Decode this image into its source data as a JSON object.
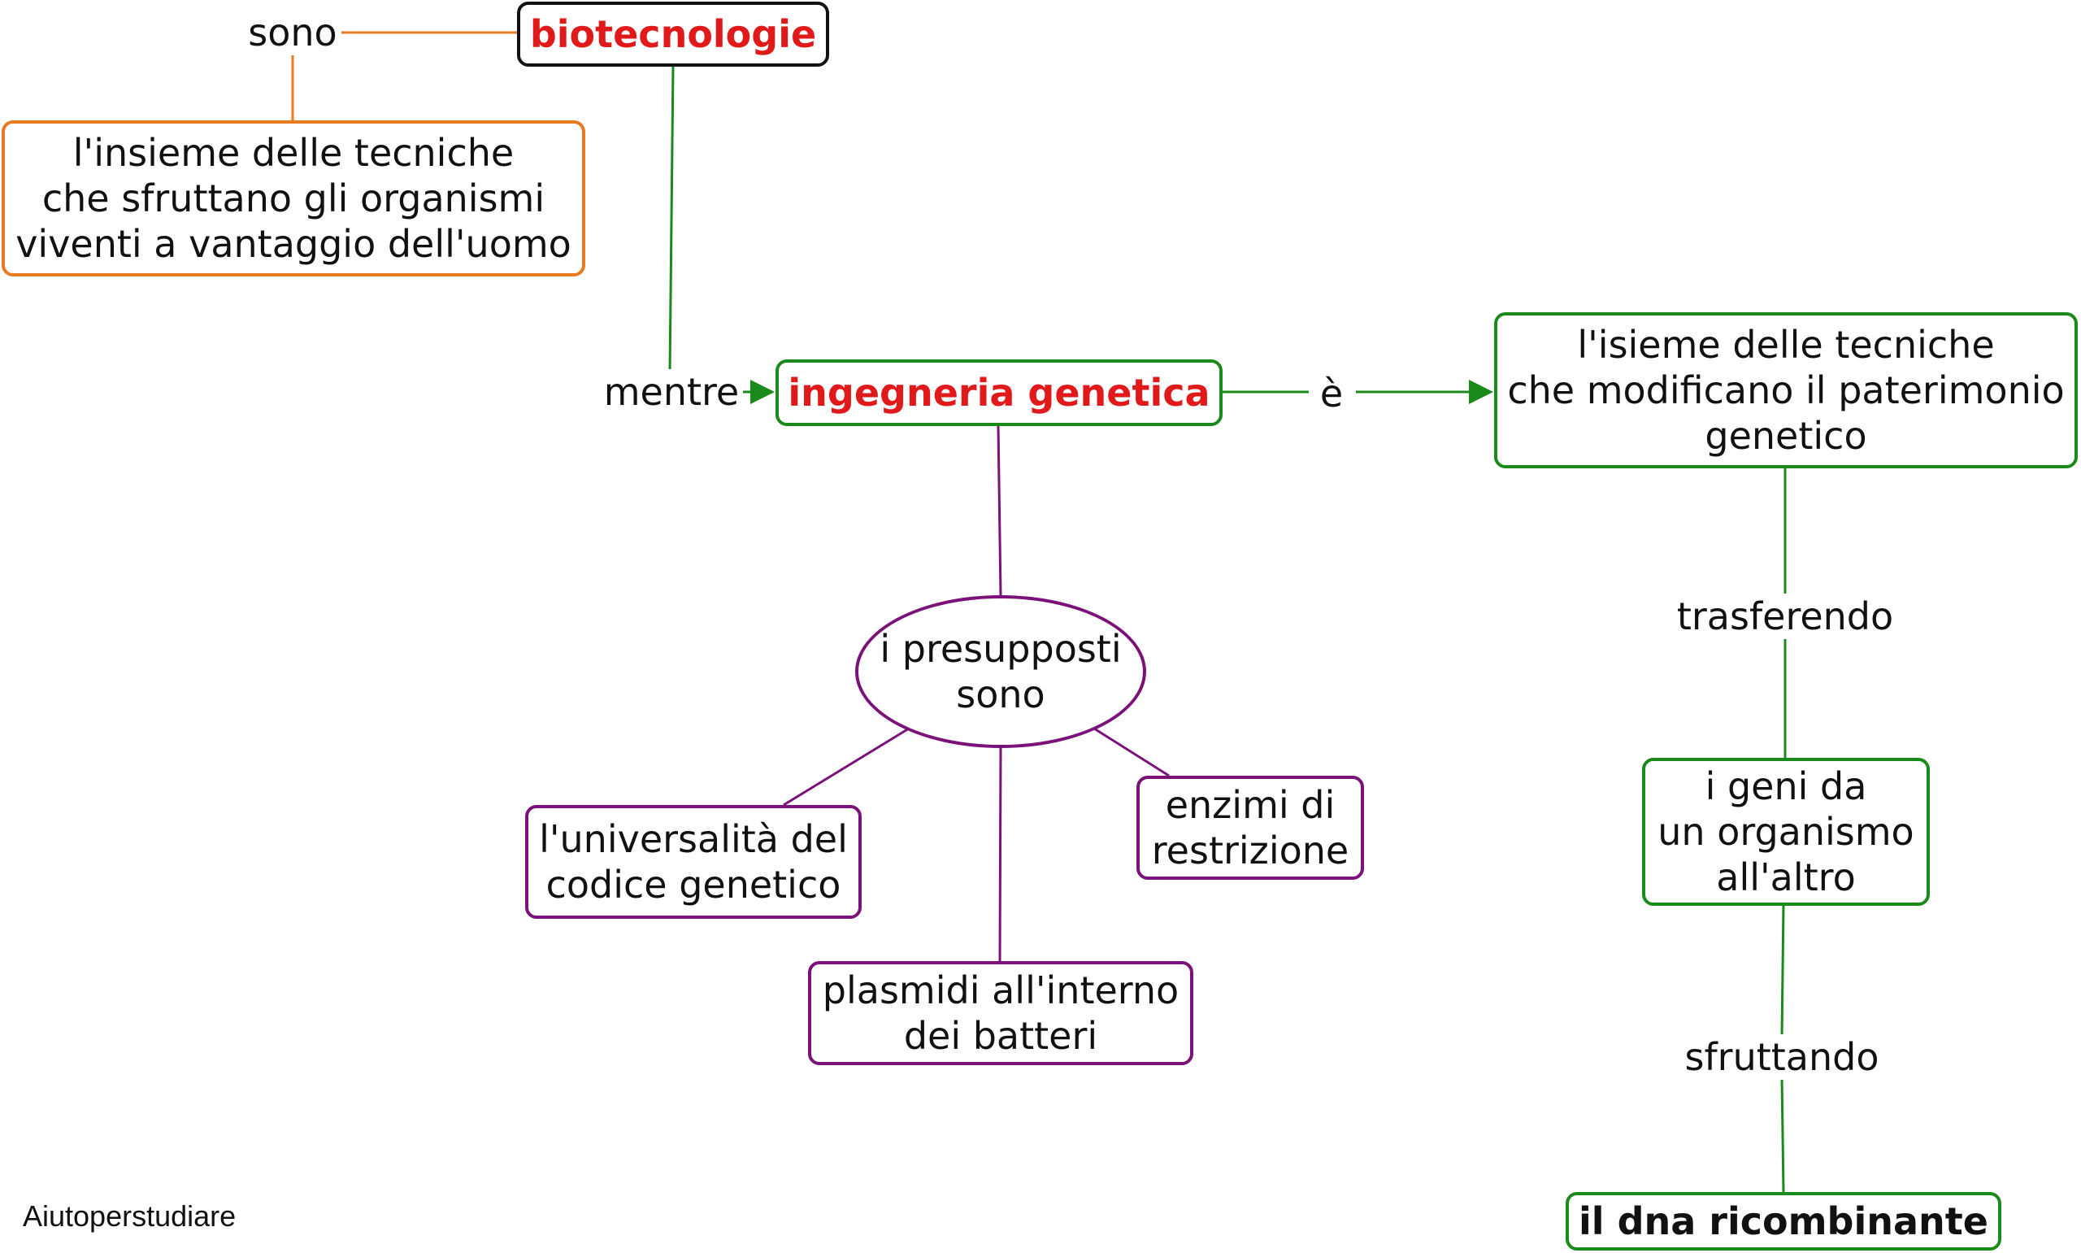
{
  "colors": {
    "orange": "#e87a22",
    "green": "#1a8a1a",
    "purple": "#7a1279",
    "black": "#111111",
    "red_title": "#e01a1a"
  },
  "nodes": {
    "biotecnologie": "biotecnologie",
    "biotech_definition": "l'insieme delle tecniche\nche sfruttano gli organismi\nviventi a vantaggio dell'uomo",
    "ingegneria_genetica": "ingegneria genetica",
    "ing_definition": "l'isieme delle tecniche\nche modificano il paterimonio\ngenetico",
    "presupposti": "i presupposti\nsono",
    "universalita": "l'universalità del\ncodice genetico",
    "plasmidi": "plasmidi all'interno\ndei batteri",
    "enzimi": "enzimi di\nrestrizione",
    "geni": "i geni da\nun organismo\nall'altro",
    "dna": "il dna ricombinante"
  },
  "links": {
    "sono": "sono",
    "mentre": "mentre",
    "e": "è",
    "trasferendo": "trasferendo",
    "sfruttando": "sfruttando"
  },
  "footer": "Aiutoperstudiare"
}
